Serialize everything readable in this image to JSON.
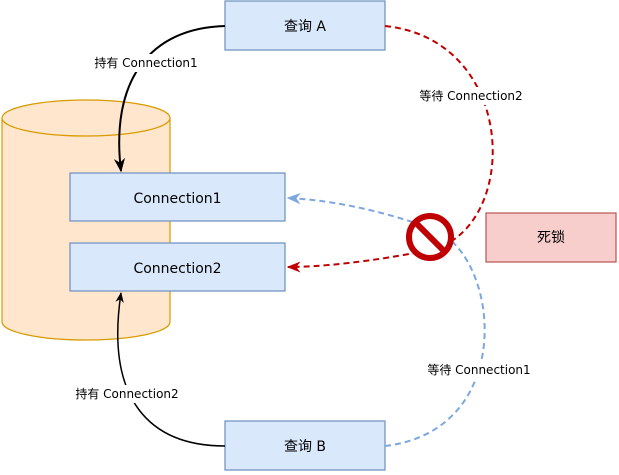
{
  "diagram": {
    "nodes": {
      "query_a": {
        "label": "查询 A"
      },
      "query_b": {
        "label": "查询 B"
      },
      "connection1": {
        "label": "Connection1"
      },
      "connection2": {
        "label": "Connection2"
      },
      "deadlock": {
        "label": "死锁"
      }
    },
    "edges": {
      "hold_a": {
        "label": "持有 Connection1"
      },
      "wait_a": {
        "label": "等待 Connection2"
      },
      "hold_b": {
        "label": "持有 Connection2"
      },
      "wait_b": {
        "label": "等待 Connection1"
      }
    },
    "colors": {
      "box_fill": "#dae8fc",
      "box_stroke": "#6c8ebf",
      "db_fill": "#ffe6cc",
      "db_stroke": "#d79b00",
      "deadlock_fill": "#f8cecc",
      "deadlock_stroke": "#b85450",
      "wait_red": "#c00000",
      "wait_blue": "#7ea6e0",
      "hold_black": "#000000"
    }
  }
}
